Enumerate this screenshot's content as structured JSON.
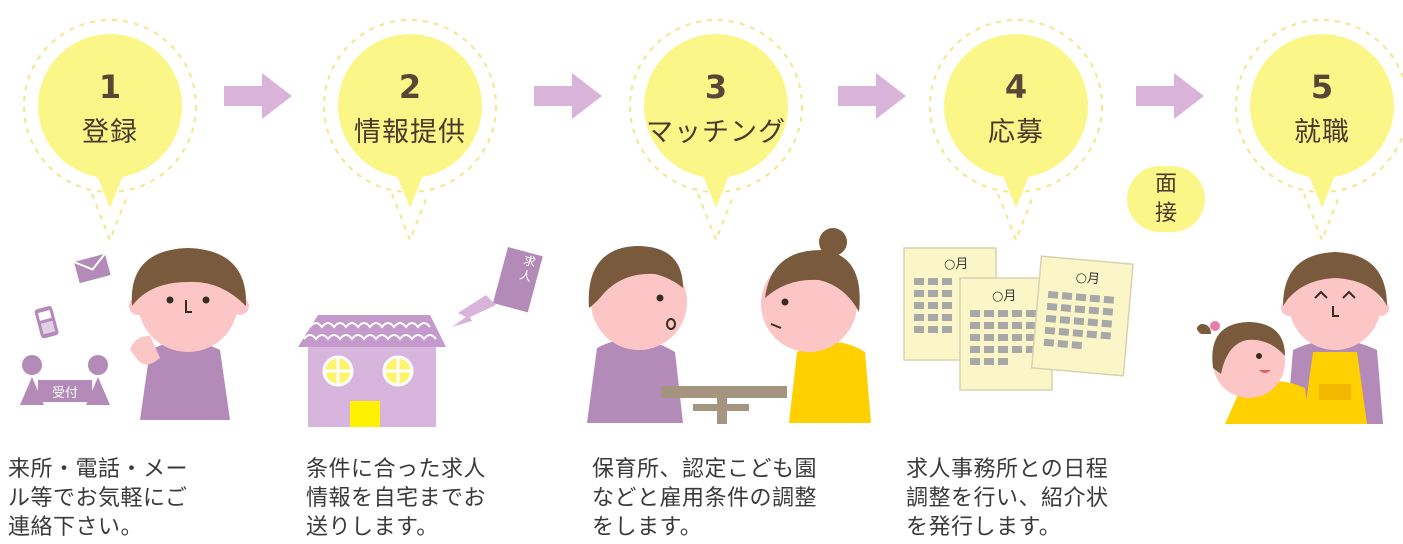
{
  "steps": [
    {
      "number": "1",
      "label": "登録"
    },
    {
      "number": "2",
      "label": "情報提供"
    },
    {
      "number": "3",
      "label": "マッチング"
    },
    {
      "number": "4",
      "label": "応募"
    },
    {
      "number": "5",
      "label": "就職"
    }
  ],
  "interview_bubble": {
    "text": "面\n接"
  },
  "descriptions": [
    "来所・電話・メー\nル等でお気軽にご\n連絡下さい。",
    "条件に合った求人\n情報を自宅までお\n送りします。",
    "保育所、認定こども園\nなどと雇用条件の調整\nをします。",
    "求人事務所との日程\n調整を行い、紹介状\nを発行します。"
  ],
  "illustrations": {
    "reception_sign": "受付",
    "job_card": "求\n人",
    "calendar_label": "○月"
  },
  "colors": {
    "bubble": "#fbf688",
    "arrow": "#d9b3d9",
    "purple": "#b48ab8",
    "hair": "#7a5a3c",
    "skin": "#fcc6c6",
    "yellow": "#f6d31f"
  }
}
